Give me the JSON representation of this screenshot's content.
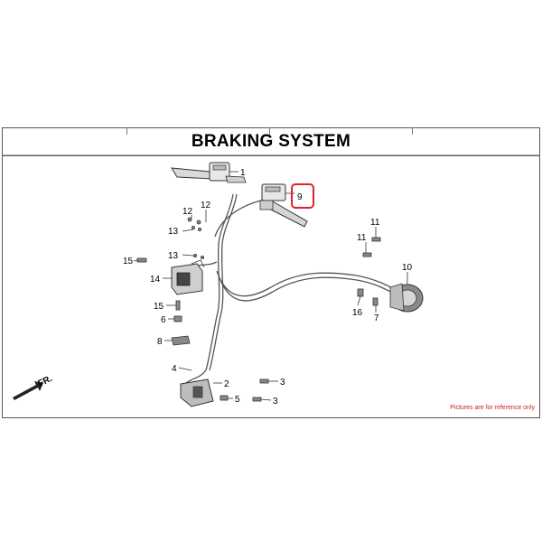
{
  "title": "BRAKING SYSTEM",
  "reference_note": "Pictures are for reference only",
  "direction_label": "FR.",
  "highlight_color": "#e0202a",
  "callouts": [
    {
      "id": "c1",
      "label": "1"
    },
    {
      "id": "c9",
      "label": "9"
    },
    {
      "id": "c12a",
      "label": "12"
    },
    {
      "id": "c12b",
      "label": "12"
    },
    {
      "id": "c13a",
      "label": "13"
    },
    {
      "id": "c13b",
      "label": "13"
    },
    {
      "id": "c15a",
      "label": "15"
    },
    {
      "id": "c14",
      "label": "14"
    },
    {
      "id": "c15b",
      "label": "15"
    },
    {
      "id": "c6",
      "label": "6"
    },
    {
      "id": "c8",
      "label": "8"
    },
    {
      "id": "c4",
      "label": "4"
    },
    {
      "id": "c2",
      "label": "2"
    },
    {
      "id": "c5",
      "label": "5"
    },
    {
      "id": "c3a",
      "label": "3"
    },
    {
      "id": "c3b",
      "label": "3"
    },
    {
      "id": "c11a",
      "label": "11"
    },
    {
      "id": "c11b",
      "label": "11"
    },
    {
      "id": "c10",
      "label": "10"
    },
    {
      "id": "c16",
      "label": "16"
    },
    {
      "id": "c7",
      "label": "7"
    }
  ],
  "highlighted_callout": "9"
}
